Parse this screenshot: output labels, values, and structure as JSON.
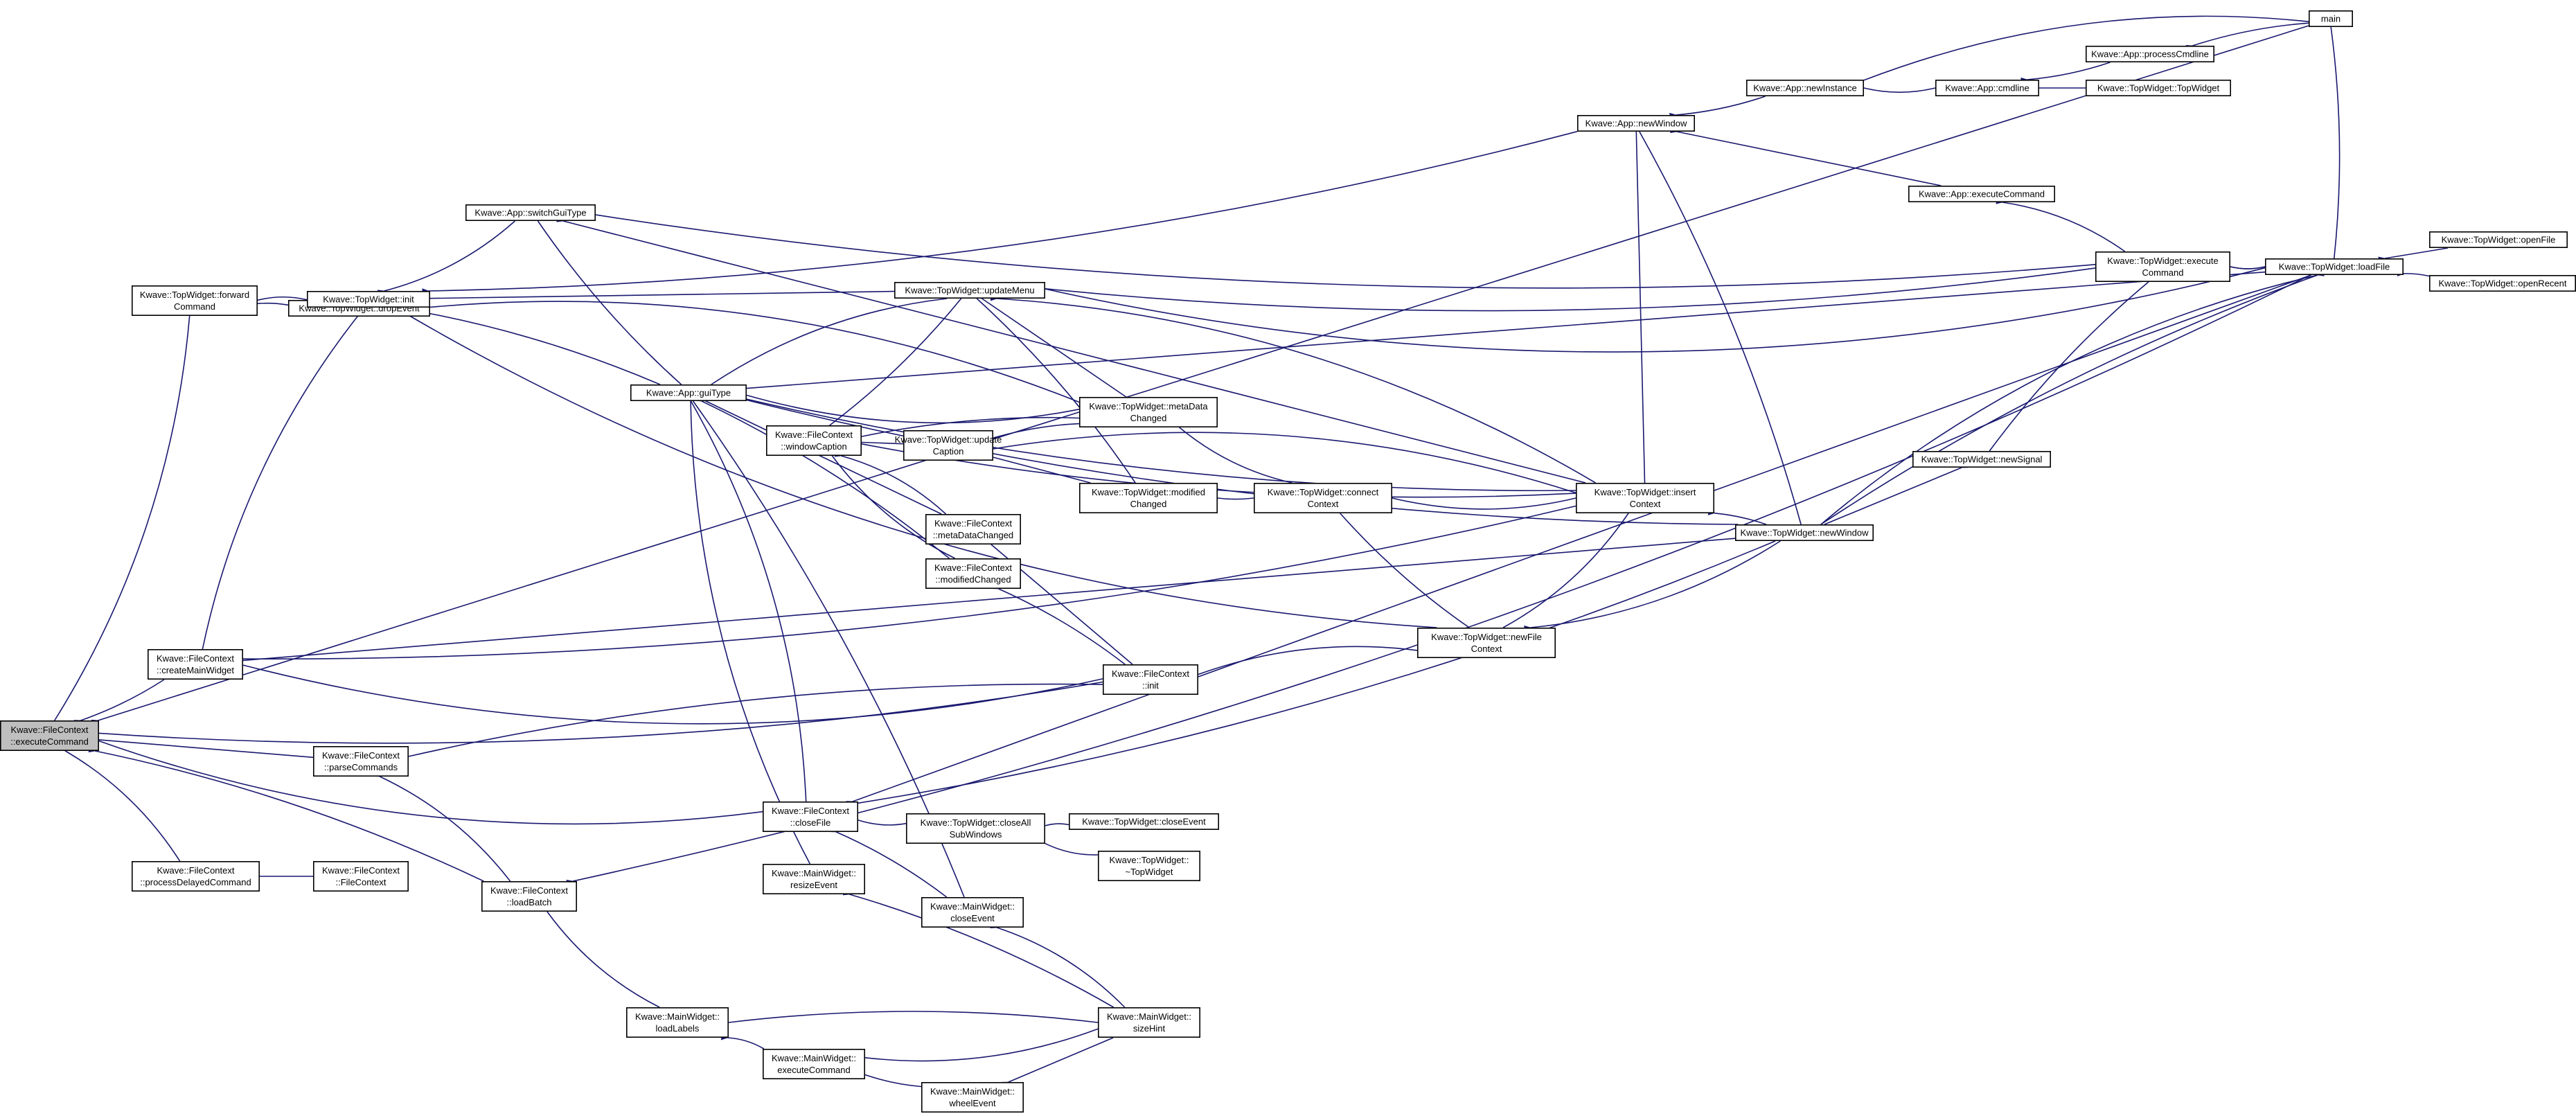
{
  "nodes": {
    "n_exec": {
      "lines": [
        "Kwave::FileContext",
        "::executeCommand"
      ]
    },
    "n_fwd": {
      "lines": [
        "Kwave::TopWidget::forward",
        "Command"
      ]
    },
    "n_drop": {
      "lines": [
        "Kwave::TopWidget::dropEvent"
      ]
    },
    "n_twinit": {
      "lines": [
        "Kwave::TopWidget::init"
      ]
    },
    "n_switch": {
      "lines": [
        "Kwave::App::switchGuiType"
      ]
    },
    "n_gui": {
      "lines": [
        "Kwave::App::guiType"
      ]
    },
    "n_create": {
      "lines": [
        "Kwave::FileContext",
        "::createMainWidget"
      ]
    },
    "n_parse": {
      "lines": [
        "Kwave::FileContext",
        "::parseCommands"
      ]
    },
    "n_loadbatch": {
      "lines": [
        "Kwave::FileContext",
        "::loadBatch"
      ]
    },
    "n_procdelay": {
      "lines": [
        "Kwave::FileContext",
        "::processDelayedCommand"
      ]
    },
    "n_fcctor": {
      "lines": [
        "Kwave::FileContext",
        "::FileContext"
      ]
    },
    "n_mwloadlabels": {
      "lines": [
        "Kwave::MainWidget::",
        "loadLabels"
      ]
    },
    "n_mwexec": {
      "lines": [
        "Kwave::MainWidget::",
        "executeCommand"
      ]
    },
    "n_mwwheel": {
      "lines": [
        "Kwave::MainWidget::",
        "wheelEvent"
      ]
    },
    "n_mwsize": {
      "lines": [
        "Kwave::MainWidget::",
        "sizeHint"
      ]
    },
    "n_mwresize": {
      "lines": [
        "Kwave::MainWidget::",
        "resizeEvent"
      ]
    },
    "n_mwclose": {
      "lines": [
        "Kwave::MainWidget::",
        "closeEvent"
      ]
    },
    "n_closefile": {
      "lines": [
        "Kwave::FileContext",
        "::closeFile"
      ]
    },
    "n_closeall": {
      "lines": [
        "Kwave::TopWidget::closeAll",
        "SubWindows"
      ]
    },
    "n_twclose": {
      "lines": [
        "Kwave::TopWidget::closeEvent"
      ]
    },
    "n_twdtor": {
      "lines": [
        "Kwave::TopWidget::",
        "~TopWidget"
      ]
    },
    "n_wincap": {
      "lines": [
        "Kwave::FileContext",
        "::windowCaption"
      ]
    },
    "n_updmenu": {
      "lines": [
        "Kwave::TopWidget::updateMenu"
      ]
    },
    "n_updcap": {
      "lines": [
        "Kwave::TopWidget::update",
        "Caption"
      ]
    },
    "n_metachg": {
      "lines": [
        "Kwave::TopWidget::metaData",
        "Changed"
      ]
    },
    "n_modchg": {
      "lines": [
        "Kwave::TopWidget::modified",
        "Changed"
      ]
    },
    "n_fcmeta": {
      "lines": [
        "Kwave::FileContext",
        "::metaDataChanged"
      ]
    },
    "n_fcmod": {
      "lines": [
        "Kwave::FileContext",
        "::modifiedChanged"
      ]
    },
    "n_fcinit": {
      "lines": [
        "Kwave::FileContext",
        "::init"
      ]
    },
    "n_connect": {
      "lines": [
        "Kwave::TopWidget::connect",
        "Context"
      ]
    },
    "n_insert": {
      "lines": [
        "Kwave::TopWidget::insert",
        "Context"
      ]
    },
    "n_newfilectx": {
      "lines": [
        "Kwave::TopWidget::newFile",
        "Context"
      ]
    },
    "n_appnewwin": {
      "lines": [
        "Kwave::App::newWindow"
      ]
    },
    "n_newinst": {
      "lines": [
        "Kwave::App::newInstance"
      ]
    },
    "n_cmdline": {
      "lines": [
        "Kwave::App::cmdline"
      ]
    },
    "n_proccmd": {
      "lines": [
        "Kwave::App::processCmdline"
      ]
    },
    "n_twctor": {
      "lines": [
        "Kwave::TopWidget::TopWidget"
      ]
    },
    "n_main": {
      "lines": [
        "main"
      ]
    },
    "n_appexec": {
      "lines": [
        "Kwave::App::executeCommand"
      ]
    },
    "n_twexec": {
      "lines": [
        "Kwave::TopWidget::execute",
        "Command"
      ]
    },
    "n_loadfile": {
      "lines": [
        "Kwave::TopWidget::loadFile"
      ]
    },
    "n_openfile": {
      "lines": [
        "Kwave::TopWidget::openFile"
      ]
    },
    "n_openrecent": {
      "lines": [
        "Kwave::TopWidget::openRecent"
      ]
    },
    "n_newsignal": {
      "lines": [
        "Kwave::TopWidget::newSignal"
      ]
    },
    "n_twnewwin": {
      "lines": [
        "Kwave::TopWidget::newWindow"
      ]
    }
  },
  "edges": [
    [
      "n_exec",
      "n_fwd"
    ],
    [
      "n_exec",
      "n_create"
    ],
    [
      "n_exec",
      "n_parse"
    ],
    [
      "n_exec",
      "n_loadbatch"
    ],
    [
      "n_exec",
      "n_procdelay"
    ],
    [
      "n_exec",
      "n_closefile"
    ],
    [
      "n_exec",
      "n_fcinit"
    ],
    [
      "n_exec",
      "n_main"
    ],
    [
      "n_fwd",
      "n_drop"
    ],
    [
      "n_fwd",
      "n_twinit"
    ],
    [
      "n_twinit",
      "n_switch"
    ],
    [
      "n_twinit",
      "n_appnewwin"
    ],
    [
      "n_twinit",
      "n_updmenu"
    ],
    [
      "n_twinit",
      "n_gui"
    ],
    [
      "n_twinit",
      "n_metachg"
    ],
    [
      "n_twinit",
      "n_newfilectx"
    ],
    [
      "n_switch",
      "n_twexec"
    ],
    [
      "n_switch",
      "n_insert"
    ],
    [
      "n_gui",
      "n_switch"
    ],
    [
      "n_gui",
      "n_updmenu"
    ],
    [
      "n_gui",
      "n_metachg"
    ],
    [
      "n_gui",
      "n_insert"
    ],
    [
      "n_gui",
      "n_fcmeta"
    ],
    [
      "n_gui",
      "n_fcmod"
    ],
    [
      "n_gui",
      "n_closefile"
    ],
    [
      "n_gui",
      "n_mwresize"
    ],
    [
      "n_gui",
      "n_twnewwin"
    ],
    [
      "n_gui",
      "n_loadfile"
    ],
    [
      "n_gui",
      "n_mwclose"
    ],
    [
      "n_create",
      "n_twinit"
    ],
    [
      "n_create",
      "n_fcinit"
    ],
    [
      "n_create",
      "n_insert"
    ],
    [
      "n_create",
      "n_twnewwin"
    ],
    [
      "n_parse",
      "n_fcinit"
    ],
    [
      "n_parse",
      "n_loadbatch"
    ],
    [
      "n_loadbatch",
      "n_mwloadlabels"
    ],
    [
      "n_loadbatch",
      "n_loadfile"
    ],
    [
      "n_procdelay",
      "n_fcctor"
    ],
    [
      "n_mwloadlabels",
      "n_mwsize"
    ],
    [
      "n_mwloadlabels",
      "n_mwexec"
    ],
    [
      "n_mwexec",
      "n_mwsize"
    ],
    [
      "n_mwexec",
      "n_mwwheel"
    ],
    [
      "n_mwwheel",
      "n_mwsize"
    ],
    [
      "n_mwresize",
      "n_mwsize"
    ],
    [
      "n_mwclose",
      "n_mwsize"
    ],
    [
      "n_closefile",
      "n_closeall"
    ],
    [
      "n_closefile",
      "n_twnewwin"
    ],
    [
      "n_closefile",
      "n_loadfile"
    ],
    [
      "n_closefile",
      "n_mwclose"
    ],
    [
      "n_closeall",
      "n_twclose"
    ],
    [
      "n_closeall",
      "n_twdtor"
    ],
    [
      "n_wincap",
      "n_updmenu"
    ],
    [
      "n_wincap",
      "n_updcap"
    ],
    [
      "n_wincap",
      "n_metachg"
    ],
    [
      "n_wincap",
      "n_fcmeta"
    ],
    [
      "n_wincap",
      "n_fcmod"
    ],
    [
      "n_wincap",
      "n_insert"
    ],
    [
      "n_updmenu",
      "n_metachg"
    ],
    [
      "n_updmenu",
      "n_modchg"
    ],
    [
      "n_updmenu",
      "n_insert"
    ],
    [
      "n_updmenu",
      "n_loadfile"
    ],
    [
      "n_updmenu",
      "n_twexec"
    ],
    [
      "n_updcap",
      "n_modchg"
    ],
    [
      "n_updcap",
      "n_metachg"
    ],
    [
      "n_updcap",
      "n_insert"
    ],
    [
      "n_metachg",
      "n_connect"
    ],
    [
      "n_modchg",
      "n_connect"
    ],
    [
      "n_fcmeta",
      "n_fcinit"
    ],
    [
      "n_fcmod",
      "n_fcinit"
    ],
    [
      "n_fcinit",
      "n_newfilectx"
    ],
    [
      "n_connect",
      "n_insert"
    ],
    [
      "n_connect",
      "n_newfilectx"
    ],
    [
      "n_insert",
      "n_appnewwin"
    ],
    [
      "n_insert",
      "n_twnewwin"
    ],
    [
      "n_insert",
      "n_newfilectx"
    ],
    [
      "n_newfilectx",
      "n_twnewwin"
    ],
    [
      "n_appnewwin",
      "n_newinst"
    ],
    [
      "n_appnewwin",
      "n_appexec"
    ],
    [
      "n_appnewwin",
      "n_twnewwin"
    ],
    [
      "n_newinst",
      "n_main"
    ],
    [
      "n_newinst",
      "n_cmdline"
    ],
    [
      "n_cmdline",
      "n_proccmd"
    ],
    [
      "n_cmdline",
      "n_twctor"
    ],
    [
      "n_proccmd",
      "n_main"
    ],
    [
      "n_appexec",
      "n_twexec"
    ],
    [
      "n_twexec",
      "n_loadfile"
    ],
    [
      "n_twexec",
      "n_newsignal"
    ],
    [
      "n_loadfile",
      "n_openfile"
    ],
    [
      "n_loadfile",
      "n_openrecent"
    ],
    [
      "n_loadfile",
      "n_twexec"
    ],
    [
      "n_loadfile",
      "n_twnewwin"
    ],
    [
      "n_loadfile",
      "n_main"
    ],
    [
      "n_newsignal",
      "n_twnewwin"
    ],
    [
      "n_twnewwin",
      "n_loadfile"
    ]
  ]
}
